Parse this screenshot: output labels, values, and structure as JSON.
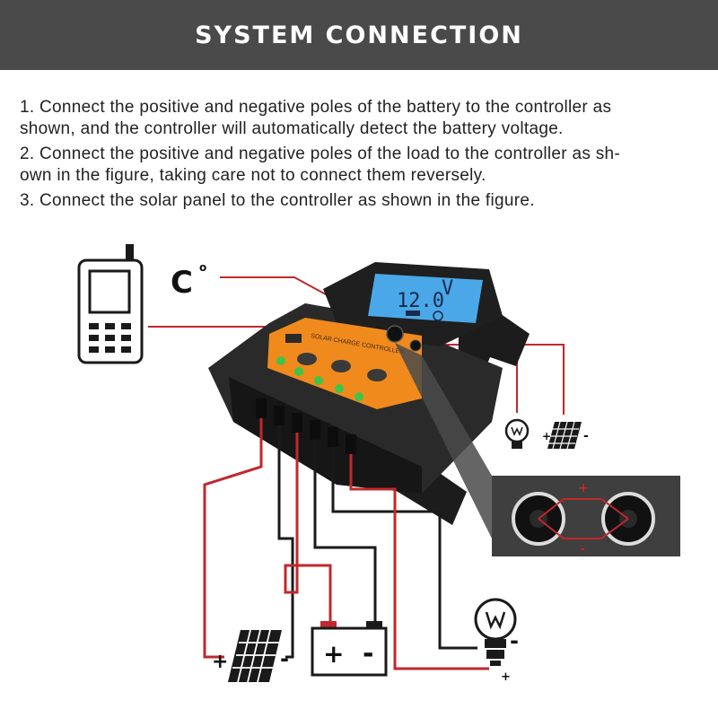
{
  "header": {
    "title": "SYSTEM CONNECTION"
  },
  "instructions": [
    {
      "lines": [
        "1. Connect the positive and negative poles of the battery to the controller as",
        "shown, and the controller will automatically detect the battery voltage."
      ]
    },
    {
      "lines": [
        "2. Connect the positive and negative poles of the load to the controller as sh-",
        "own in the figure, taking care not to connect them reversely."
      ]
    },
    {
      "lines": [
        "3. Connect the solar panel to the controller as shown in the figure."
      ]
    }
  ],
  "diagram": {
    "temperature_label": "C",
    "temperature_degree": "o",
    "lcd_reading": "12.0",
    "lcd_unit": "V",
    "controller_label": "SOLAR CHARGE CONTROLLER",
    "signs": {
      "plus": "+",
      "minus": "-"
    },
    "colors": {
      "positive_wire": "#c0282c",
      "negative_wire": "#1a1a1a",
      "accent": "#f08a1c",
      "lcd": "#4aa8e8"
    }
  }
}
